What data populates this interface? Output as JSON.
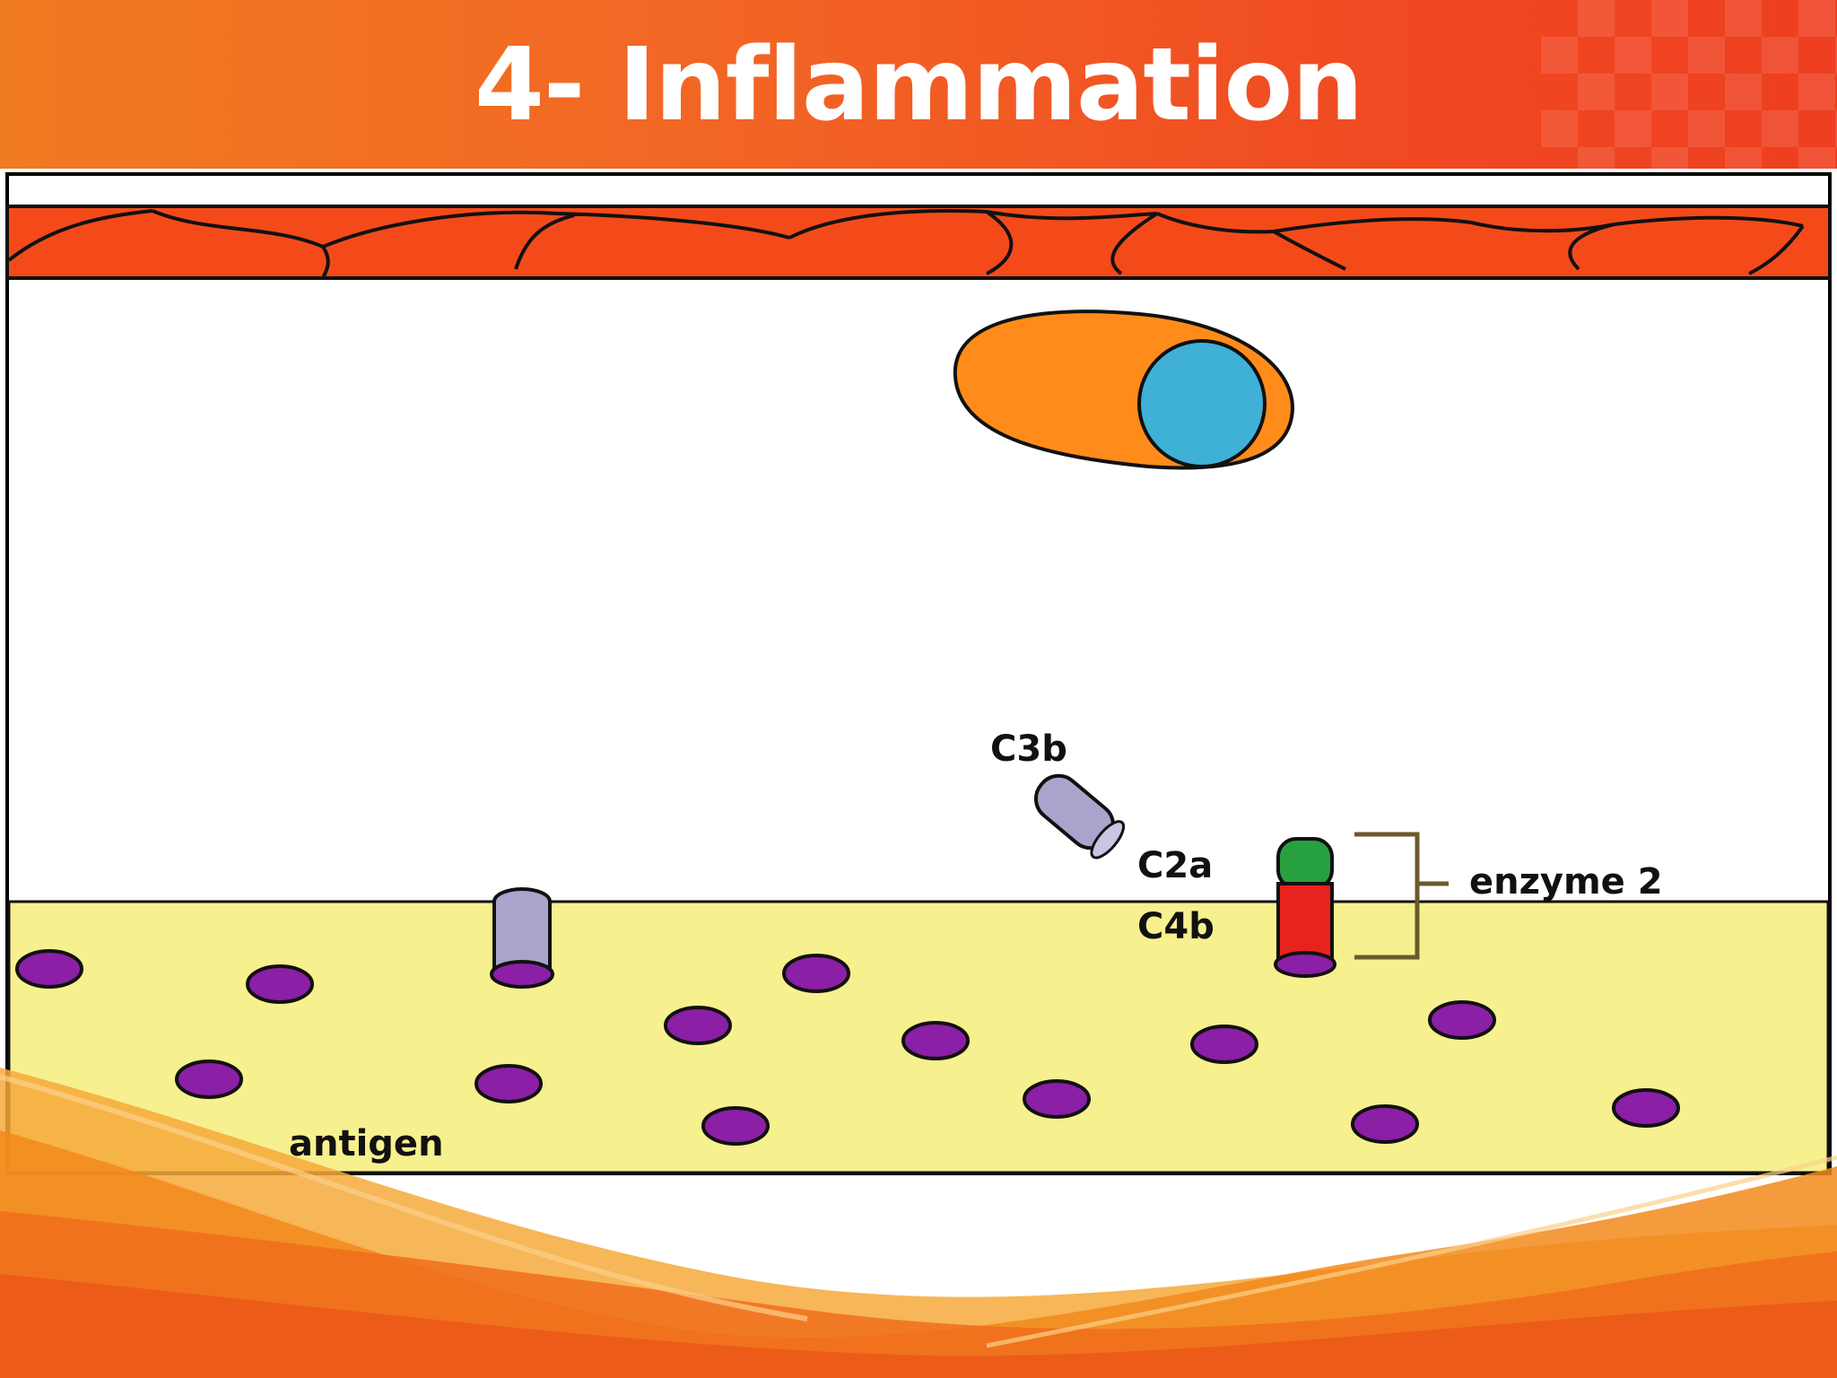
{
  "slide": {
    "title": "4- Inflammation"
  },
  "diagram": {
    "labels": {
      "c3b": "C3b",
      "c2a": "C2a",
      "c4b": "C4b",
      "enzyme": "enzyme 2",
      "antigen": "antigen"
    },
    "colors": {
      "title_bar": "#f26524",
      "vessel_wall": "#f44a1a",
      "cell_body": "#ff8c1a",
      "nucleus": "#3fb1d6",
      "tissue": "#f7f08e",
      "antigen_dot": "#8b1fa6",
      "c3b": "#a9a4cc",
      "c2a": "#27a040",
      "c4b": "#e8221e"
    }
  }
}
